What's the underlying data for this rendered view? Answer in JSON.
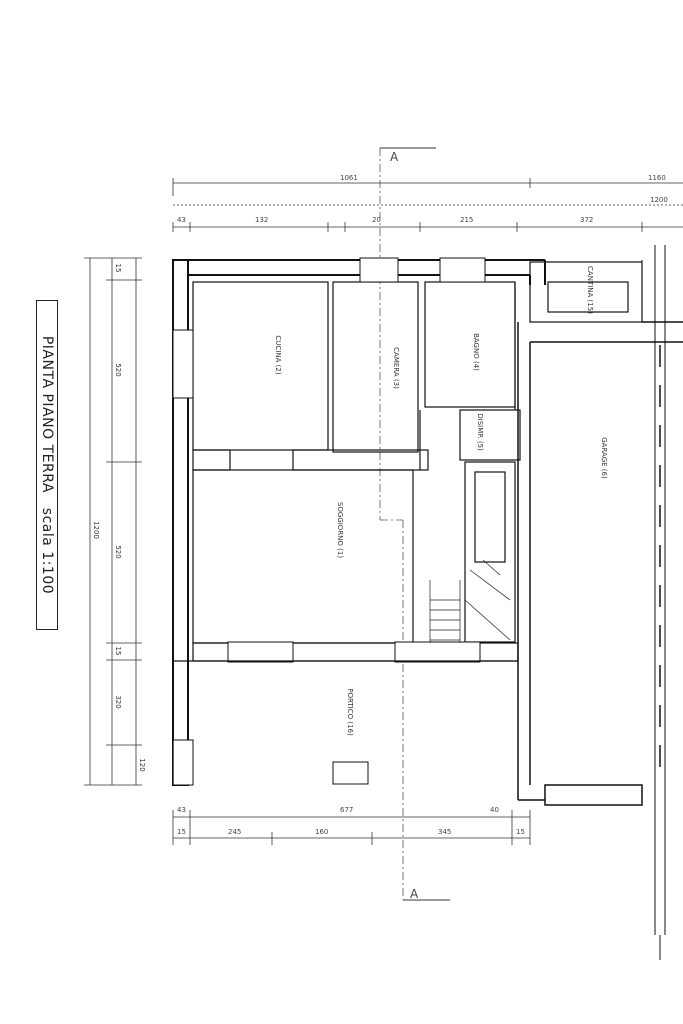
{
  "title": {
    "main": "PIANTA PIANO TERRA",
    "scale": "scala 1:100"
  },
  "section_marker": "A",
  "rooms": [
    {
      "name": "CUCINA",
      "number": "2"
    },
    {
      "name": "SOGGIORNO",
      "number": "1"
    },
    {
      "name": "CAMERA",
      "number": "3"
    },
    {
      "name": "BAGNO",
      "number": "4"
    },
    {
      "name": "DISIMP.",
      "number": "5"
    },
    {
      "name": "GARAGE",
      "number": "6"
    },
    {
      "name": "PORTICO",
      "number": "16"
    },
    {
      "name": "CANTINA",
      "number": "15"
    }
  ],
  "dimensions": {
    "top_overall": "1061",
    "top_right": "1160",
    "top_right_2": "1200",
    "top_segments": [
      "43",
      "132",
      "20",
      "215",
      "372"
    ],
    "left_overall": "1200",
    "left_segments": [
      "15",
      "520",
      "520",
      "15",
      "320",
      "120"
    ],
    "bottom_overall": "677",
    "bottom_ends": [
      "43",
      "40"
    ],
    "bottom_segments": [
      "15",
      "245",
      "160",
      "345",
      "15"
    ]
  }
}
